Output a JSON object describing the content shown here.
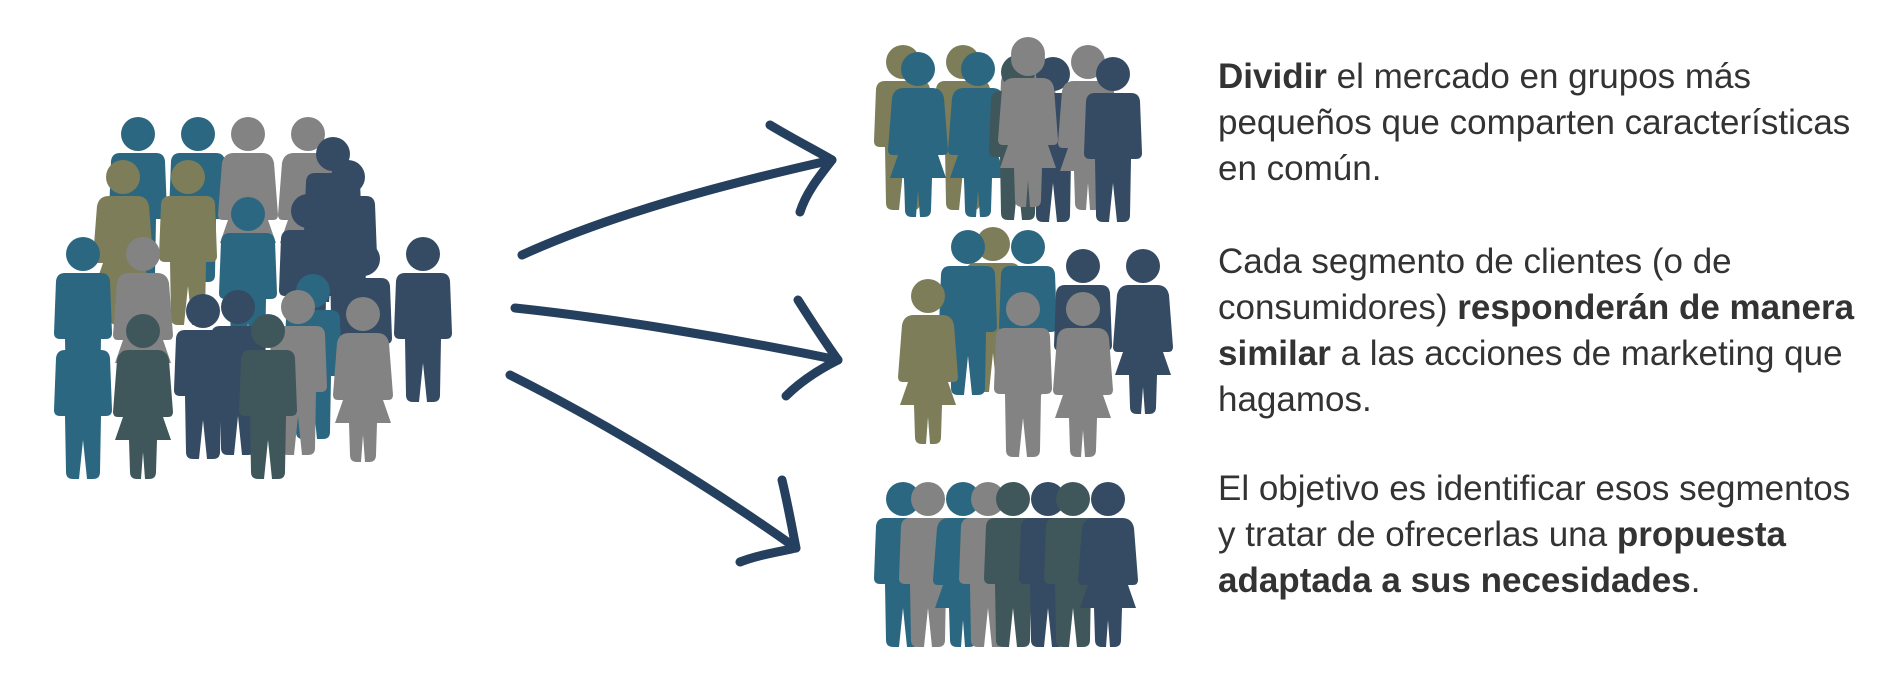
{
  "palette": {
    "teal": "#2c6781",
    "navy": "#354a63",
    "slate": "#3f575b",
    "gray": "#838383",
    "olive": "#7d7d59",
    "arrow": "#253f5e"
  },
  "figure_icons": {
    "male": "person-male-icon",
    "female": "person-female-icon",
    "arrow": "hand-drawn-arrow-icon"
  },
  "groups": {
    "crowd": [
      "teal",
      "teal",
      "gray",
      "gray",
      "navy",
      "olive",
      "olive",
      "navy",
      "teal",
      "navy",
      "teal",
      "gray",
      "navy",
      "navy",
      "teal",
      "teal",
      "slate",
      "navy",
      "navy",
      "gray",
      "slate",
      "gray"
    ],
    "segment_1": [
      "olive",
      "olive",
      "gray",
      "navy",
      "teal",
      "teal",
      "slate",
      "gray",
      "navy",
      "gray"
    ],
    "segment_2": [
      "olive",
      "teal",
      "teal",
      "navy",
      "navy",
      "olive",
      "gray",
      "gray"
    ],
    "segment_3": [
      "teal",
      "gray",
      "teal",
      "gray",
      "slate",
      "navy",
      "slate",
      "navy"
    ]
  },
  "text": {
    "p1": {
      "b1": "Dividir",
      "t1": " el mercado en grupos más pequeños que comparten características en común."
    },
    "p2": {
      "t1": "Cada segmento de clientes (o de consumidores) ",
      "b1": "responderán de manera similar",
      "t2": " a las acciones de marketing que hagamos."
    },
    "p3": {
      "t1": "El objetivo es identificar esos segmentos y tratar de ofrecerlas una ",
      "b1": "propuesta adaptada a sus necesidades",
      "t2": "."
    }
  }
}
